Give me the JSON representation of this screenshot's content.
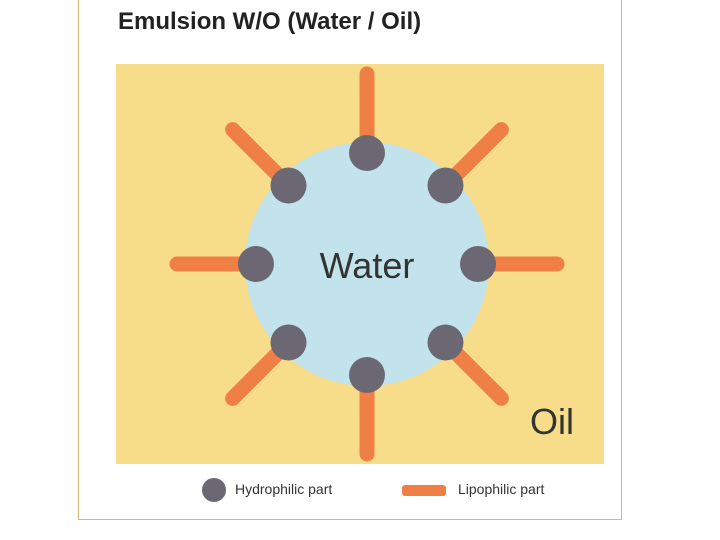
{
  "title": "Emulsion W/O (Water / Oil)",
  "labels": {
    "water": "Water",
    "oil": "Oil"
  },
  "legend": {
    "hydrophilic": "Hydrophilic part",
    "lipophilic": "Lipophilic part"
  },
  "colors": {
    "oil": "#f7dc8a",
    "water": "#c2e3eb",
    "head": "#6b6873",
    "tail": "#f07f45",
    "frame": "#d9b77a"
  },
  "surfactant_count": 8
}
